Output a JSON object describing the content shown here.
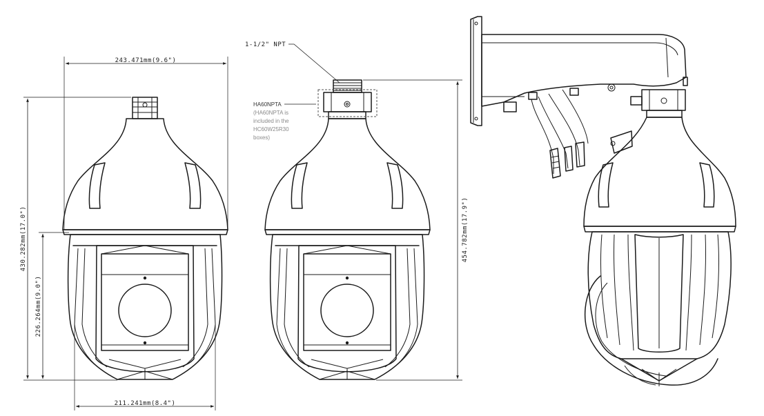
{
  "dimensions": {
    "top_width": "243.471mm(9.6\")",
    "bottom_width": "211.241mm(8.4\")",
    "overall_height": "430.282mm(17.0\")",
    "lower_height": "226.264mm(9.0\")",
    "adapter_height": "454.782mm(17.9\")"
  },
  "callouts": {
    "npt": "1-1/2\" NPT",
    "adapter_name": "HA60NPTA",
    "adapter_note_lines": [
      "(HA60NPTA is",
      "included in the",
      "HC60W25R30",
      "boxes)"
    ]
  },
  "colors": {
    "line": "#1a1a1a",
    "note_primary": "#333333",
    "note_secondary": "#8a8a8a"
  }
}
